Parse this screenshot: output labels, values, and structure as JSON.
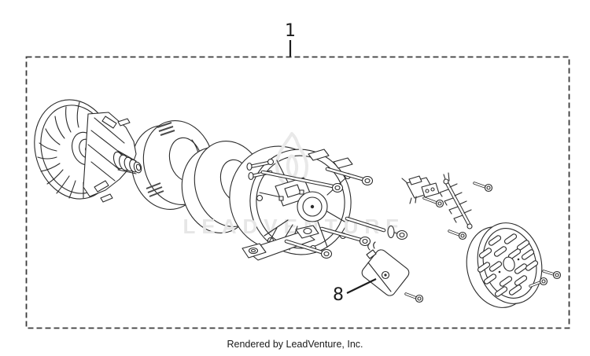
{
  "window": {
    "background": "#ffffff"
  },
  "diagram": {
    "type": "exploded-parts-diagram",
    "border_style": "dashed",
    "caption": "Rendered by LeadVenture, Inc.",
    "watermark": {
      "text": "LEADVENTURE",
      "icon": "flame-icon",
      "color": "#e6e6e6"
    },
    "callouts": [
      {
        "label": "1"
      },
      {
        "label": "8"
      }
    ],
    "colors": {
      "line": "#2b2b2b",
      "border": "#3b3b3b",
      "background": "#ffffff",
      "watermark": "#e6e6e6",
      "callout": "#1c1c1c"
    },
    "parts": [
      {
        "icon": "rotor-fan-assembly-icon"
      },
      {
        "icon": "stator-ring-icon",
        "count": 2
      },
      {
        "icon": "rear-bracket-assembly-icon"
      },
      {
        "icon": "through-bolt-icon",
        "count": 5
      },
      {
        "icon": "micro-switch-icon"
      },
      {
        "icon": "terminal-strip-icon"
      },
      {
        "icon": "avr-module-icon"
      },
      {
        "icon": "end-cover-grille-icon"
      },
      {
        "icon": "screw-icon",
        "count": 6
      }
    ]
  }
}
